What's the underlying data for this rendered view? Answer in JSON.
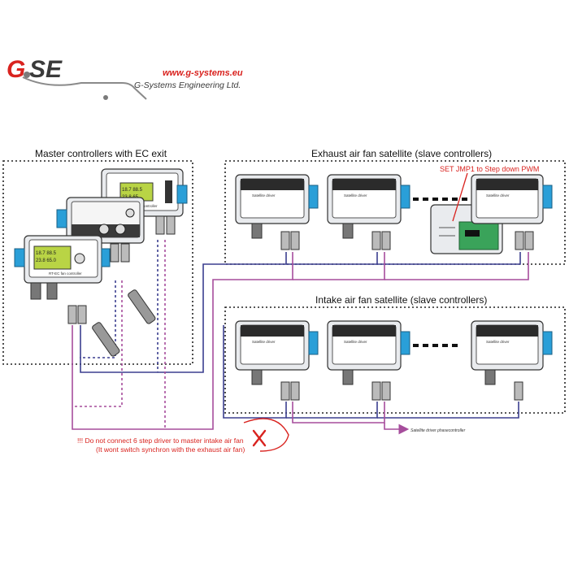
{
  "logo": {
    "wordmark_g": "G",
    "wordmark_se": "SE",
    "url": "www.g-systems.eu",
    "company": "G-Systems Engineering Ltd."
  },
  "sections": {
    "master": "Master controllers with EC exit",
    "exhaust": "Exhaust air fan satellite (slave controllers)",
    "intake": "Intake air fan satellite (slave controllers)"
  },
  "notes": {
    "jumper": "SET JMP1 to Step down PWM",
    "warning_line1": "!!! Do not connect 6 step driver to master intake air fan",
    "warning_line2": "(It wont switch synchron with the exhaust air fan)",
    "arrow_label": "Satellite driver phasecontroller"
  },
  "devices": {
    "master_1_label": "RT-EC fan controller",
    "master_3_label": "EC fan controller",
    "satellite_label": "Satellite driver"
  },
  "colors": {
    "brand_red": "#d9231f",
    "exhaust_line": "#3b3f8f",
    "intake_line": "#a64d9c",
    "warning": "#d9231f",
    "case_body": "#e9ebee",
    "connector_blue": "#2a9fd8",
    "pcb_green": "#3aa35a"
  }
}
